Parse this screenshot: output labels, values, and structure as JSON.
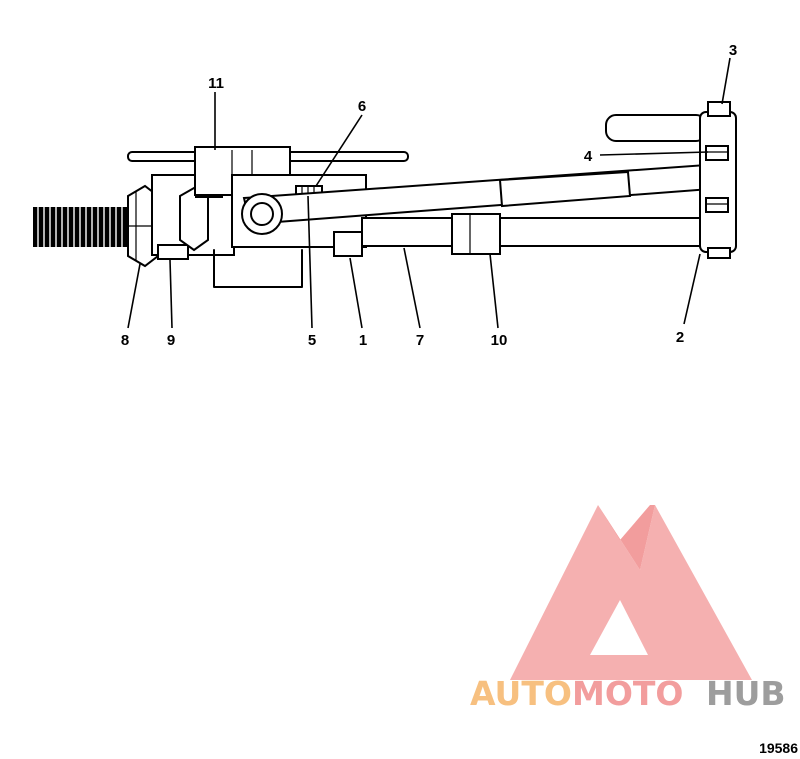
{
  "callouts": {
    "c1": "1",
    "c2": "2",
    "c3": "3",
    "c4": "4",
    "c5": "5",
    "c6": "6",
    "c7": "7",
    "c8": "8",
    "c9": "9",
    "c10": "10",
    "c11": "11"
  },
  "figure_number": "19586",
  "watermark": {
    "text_part1": "AUTO",
    "text_part2": "MOTO",
    "text_part3": "HUB",
    "color_orange": "#f6b66a",
    "color_red": "#f08c8c",
    "color_gray": "#8c8c8c"
  }
}
